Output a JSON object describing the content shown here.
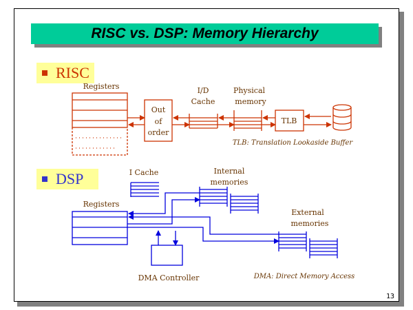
{
  "slide": {
    "title": "RISC vs. DSP: Memory Hierarchy",
    "page_number": "13",
    "colors": {
      "title_bg": "#00cc99",
      "section_bg": "#ffff99",
      "risc": "#cc3300",
      "dsp": "#0000dd",
      "label_text": "#663300"
    }
  },
  "risc": {
    "heading": "RISC",
    "registers_label": "Registers",
    "out_of_order": [
      "Out",
      "of",
      "order"
    ],
    "cache_label": [
      "I/D",
      "Cache"
    ],
    "physical_memory_label": [
      "Physical",
      "memory"
    ],
    "tlb_label": "TLB",
    "disk_icon": "disk-storage-icon",
    "note": "TLB: Translation Lookaside Buffer"
  },
  "dsp": {
    "heading": "DSP",
    "icache_label": "I Cache",
    "registers_label": "Registers",
    "internal_memories_label": [
      "Internal",
      "memories"
    ],
    "external_memories_label": [
      "External",
      "memories"
    ],
    "dma_label": "DMA Controller",
    "note": "DMA: Direct Memory Access"
  }
}
